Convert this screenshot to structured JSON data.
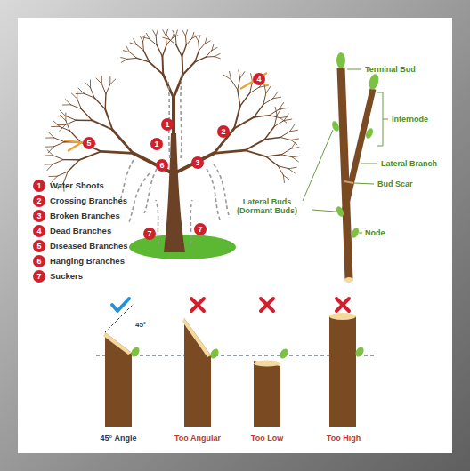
{
  "diagram": {
    "nodes": [
      {
        "text": [
          "1"
        ]
      },
      {
        "text": [
          "2"
        ]
      },
      {
        "text": [
          "4"
        ]
      },
      {
        "text": [
          "1"
        ]
      },
      {
        "text": [
          "5"
        ]
      },
      {
        "text": [
          "6"
        ]
      },
      {
        "text": [
          "3"
        ]
      },
      {
        "text": [
          "7"
        ]
      },
      {
        "text": [
          "7"
        ]
      },
      {
        "text": [
          "1"
        ]
      },
      {
        "text": [
          "2"
        ]
      },
      {
        "text": [
          "3"
        ]
      },
      {
        "text": [
          "4"
        ]
      },
      {
        "text": [
          "5"
        ]
      },
      {
        "text": [
          "6"
        ]
      },
      {
        "text": [
          "7"
        ]
      }
    ],
    "labels": [
      "Water Shoots",
      "Crossing Branches",
      "Broken Branches",
      "Dead Branches",
      "Diseased Branches",
      "Hanging Branches",
      "Suckers",
      "Terminal Bud",
      "Internode",
      "Lateral Branch",
      "Bud Scar",
      "Lateral Buds (Dormant Buds)",
      "Node",
      "45°",
      "45° Angle",
      "Too Angular",
      "Too Low",
      "Too High"
    ]
  }
}
